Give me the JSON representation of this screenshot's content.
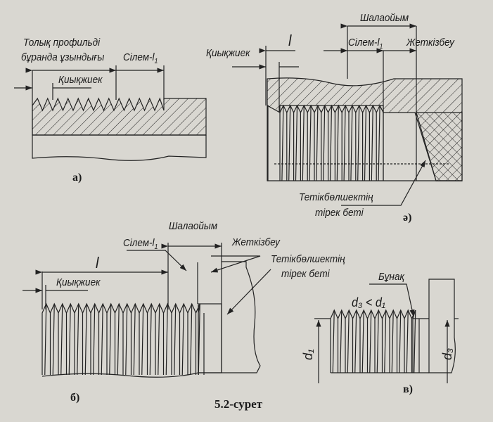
{
  "figure_caption": "5.2-сурет",
  "fig_a": {
    "label": "а)",
    "full_profile_line1": "Толық профильді",
    "full_profile_line2": "бұранда ұзындығы",
    "runout": "Сілем-l",
    "runout_sub": "1",
    "chamfer": "Қиықжиек"
  },
  "fig_ae": {
    "label": "ә)",
    "undercut": "Шалаойым",
    "length": "l",
    "runout": "Сілем-l",
    "runout_sub": "1",
    "shortfall": "Жеткізбеу",
    "chamfer": "Қиықжиек",
    "bearing_line1": "Тетікбөлшектің",
    "bearing_line2": "тірек беті"
  },
  "fig_b": {
    "label": "б)",
    "undercut": "Шалаойым",
    "runout": "Сілем-l",
    "runout_sub": "1",
    "shortfall": "Жеткізбеу",
    "length": "l",
    "chamfer": "Қиықжиек",
    "bearing_line1": "Тетікбөлшектің",
    "bearing_line2": "тірек беті"
  },
  "fig_v": {
    "label": "в)",
    "groove": "Бұнақ",
    "relation": "d₃ < d₁",
    "d1": "d₁",
    "d3": "d₃"
  }
}
